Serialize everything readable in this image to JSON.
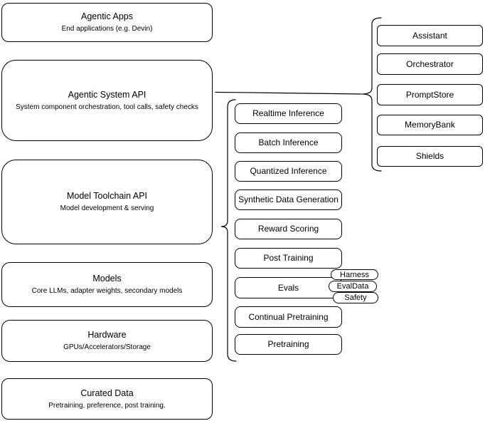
{
  "left_column": [
    {
      "title": "Agentic Apps",
      "subtitle": "End applications (e.g. Devin)"
    },
    {
      "title": "Agentic System API",
      "subtitle": "System component orchestration, tool calls, safety checks"
    },
    {
      "title": "Model Toolchain API",
      "subtitle": "Model development & serving"
    },
    {
      "title": "Models",
      "subtitle": "Core LLMs, adapter weights, secondary models"
    },
    {
      "title": "Hardware",
      "subtitle": "GPUs/Accelerators/Storage"
    },
    {
      "title": "Curated Data",
      "subtitle": "Pretraining, preference, post training."
    }
  ],
  "toolchain": [
    "Realtime Inference",
    "Batch Inference",
    "Quantized Inference",
    "Synthetic Data Generation",
    "Reward Scoring",
    "Post Training",
    "Evals",
    "Continual Pretraining",
    "Pretraining"
  ],
  "evals_tags": [
    "Harness",
    "EvalData",
    "Safety"
  ],
  "system_components": [
    "Assistant",
    "Orchestrator",
    "PromptStore",
    "MemoryBank",
    "Shields"
  ],
  "colors": {
    "stroke": "#000000",
    "fill": "#ffffff",
    "text": "#000000",
    "background": "#ffffff"
  }
}
